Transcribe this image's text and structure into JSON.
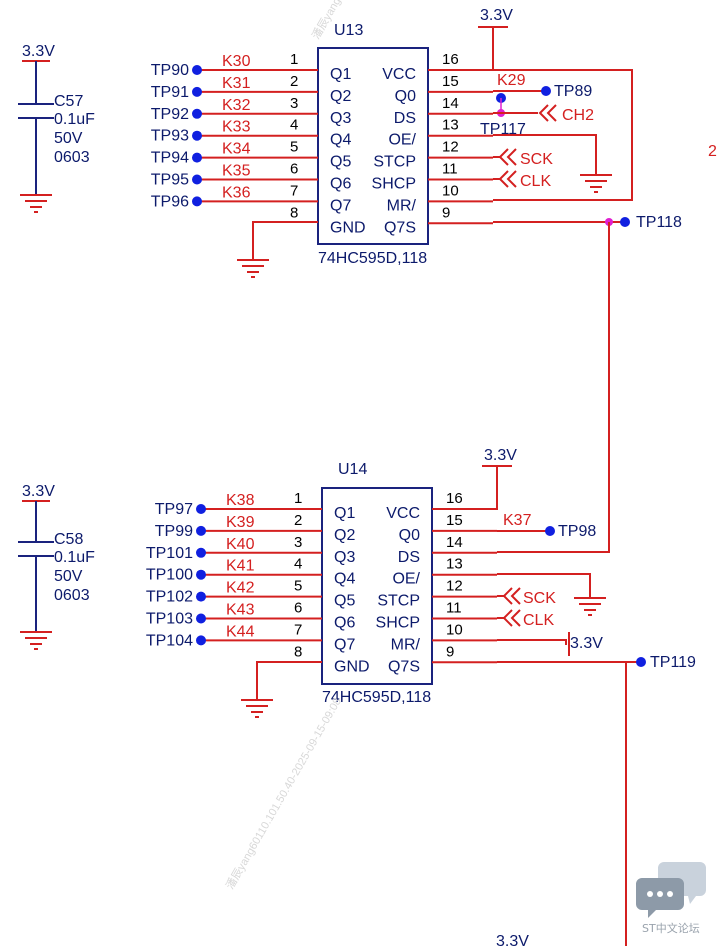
{
  "caps": [
    {
      "ref": "C57",
      "value": "0.1uF",
      "voltage": "50V",
      "package": "0603",
      "supply": "3.3V"
    },
    {
      "ref": "C58",
      "value": "0.1uF",
      "voltage": "50V",
      "package": "0603",
      "supply": "3.3V"
    }
  ],
  "chips": [
    {
      "ref": "U13",
      "part": "74HC595D,118",
      "supply": "3.3V",
      "pins_left": [
        {
          "num": "1",
          "name": "Q1",
          "net": "K30",
          "tp": "TP90"
        },
        {
          "num": "2",
          "name": "Q2",
          "net": "K31",
          "tp": "TP91"
        },
        {
          "num": "3",
          "name": "Q3",
          "net": "K32",
          "tp": "TP92"
        },
        {
          "num": "4",
          "name": "Q4",
          "net": "K33",
          "tp": "TP93"
        },
        {
          "num": "5",
          "name": "Q5",
          "net": "K34",
          "tp": "TP94"
        },
        {
          "num": "6",
          "name": "Q6",
          "net": "K35",
          "tp": "TP95"
        },
        {
          "num": "7",
          "name": "Q7",
          "net": "K36",
          "tp": "TP96"
        },
        {
          "num": "8",
          "name": "GND",
          "net": "",
          "tp": ""
        }
      ],
      "pins_right": [
        {
          "num": "16",
          "name": "VCC"
        },
        {
          "num": "15",
          "name": "Q0"
        },
        {
          "num": "14",
          "name": "DS"
        },
        {
          "num": "13",
          "name": "OE/"
        },
        {
          "num": "12",
          "name": "STCP"
        },
        {
          "num": "11",
          "name": "SHCP"
        },
        {
          "num": "10",
          "name": "MR/"
        },
        {
          "num": "9",
          "name": "Q7S"
        }
      ],
      "right_nets": {
        "q0_net": "K29",
        "q0_tp": "TP89",
        "ds_tp": "TP117",
        "ds_port": "CH2",
        "stcp_port": "SCK",
        "shcp_port": "CLK",
        "q7s_tp": "TP118"
      }
    },
    {
      "ref": "U14",
      "part": "74HC595D,118",
      "supply": "3.3V",
      "pins_left": [
        {
          "num": "1",
          "name": "Q1",
          "net": "K38",
          "tp": "TP97"
        },
        {
          "num": "2",
          "name": "Q2",
          "net": "K39",
          "tp": "TP99"
        },
        {
          "num": "3",
          "name": "Q3",
          "net": "K40",
          "tp": "TP101"
        },
        {
          "num": "4",
          "name": "Q4",
          "net": "K41",
          "tp": "TP100"
        },
        {
          "num": "5",
          "name": "Q5",
          "net": "K42",
          "tp": "TP102"
        },
        {
          "num": "6",
          "name": "Q6",
          "net": "K43",
          "tp": "TP103"
        },
        {
          "num": "7",
          "name": "Q7",
          "net": "K44",
          "tp": "TP104"
        },
        {
          "num": "8",
          "name": "GND",
          "net": "",
          "tp": ""
        }
      ],
      "pins_right": [
        {
          "num": "16",
          "name": "VCC"
        },
        {
          "num": "15",
          "name": "Q0"
        },
        {
          "num": "14",
          "name": "DS"
        },
        {
          "num": "13",
          "name": "OE/"
        },
        {
          "num": "12",
          "name": "STCP"
        },
        {
          "num": "11",
          "name": "SHCP"
        },
        {
          "num": "10",
          "name": "MR/"
        },
        {
          "num": "9",
          "name": "Q7S"
        }
      ],
      "right_nets": {
        "q0_net": "K37",
        "q0_tp": "TP98",
        "stcp_port": "SCK",
        "shcp_port": "CLK",
        "mr_supply": "3.3V",
        "q7s_tp": "TP119"
      }
    }
  ],
  "edge_label": "2",
  "bottom_supply": "3.3V",
  "watermark": "潘辰yang60110.101.50.40-2025-09-15-09:08",
  "badge_text": "ST中文论坛",
  "colors": {
    "wire": "#d42020",
    "body": "#1a237e",
    "text": "#0c1a6b",
    "junction": "#1020e0",
    "magenta": "#e020d0"
  }
}
